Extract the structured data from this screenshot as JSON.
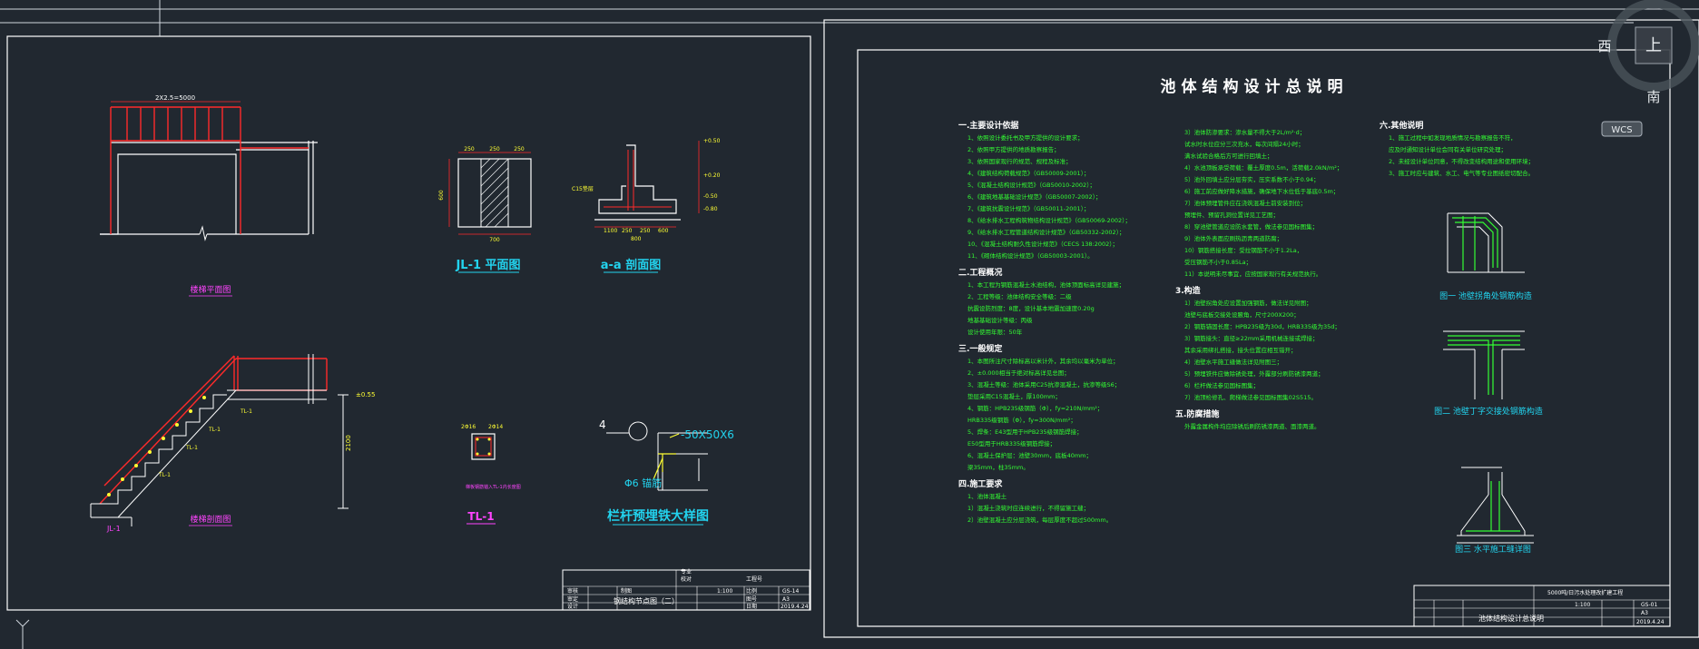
{
  "viewcube": {
    "west": "西",
    "south": "南",
    "top": "上",
    "wcs": "WCS"
  },
  "left_sheet": {
    "stair_plan": {
      "title": "楼梯平面图",
      "dim": "2X2.5=5000"
    },
    "stair_section": {
      "title": "楼梯剖面图",
      "label": "JL-1",
      "level": "±0.55",
      "tags": [
        "TL-1",
        "TL-1",
        "TL-1",
        "TL-1"
      ]
    },
    "jl1": {
      "title": "JL-1 平面图",
      "dims": [
        "250",
        "250",
        "250",
        "700",
        "600"
      ]
    },
    "aa": {
      "title": "a-a 剖面图",
      "levels": [
        "+0.50",
        "+0.20",
        "-0.50",
        "-0.80"
      ],
      "dims": [
        "1100",
        "250",
        "250",
        "600",
        "800"
      ],
      "note": "C15垫层"
    },
    "tl1": {
      "title": "TL-1",
      "dims": [
        "2Φ16",
        "2Φ14"
      ],
      "note": "梯板钢筋锚入TL-1内长度图"
    },
    "rail": {
      "title": "栏杆预埋铁大样图",
      "angle": "-50X50X6",
      "bar": "Φ6 锚筋",
      "num": "4"
    },
    "title_block": {
      "drawing_name": "钢结构节点图（二）",
      "scale": "1:100",
      "drawing_no": "GS-14",
      "size": "A3",
      "date": "2019.4.24",
      "labels": [
        "审核",
        "审定",
        "设计",
        "制图",
        "校对",
        "专业",
        "工程号",
        "比例",
        "图号",
        "日期"
      ]
    }
  },
  "right_sheet": {
    "title": "池体结构设计总说明",
    "col1": [
      {
        "h": "一.主要设计依据",
        "lines": [
          "1、依照设计委托书及甲方提供的设计要求；",
          "2、依照甲方提供的地质勘察报告；",
          "3、依照国家现行的规范、规程及标准；",
          "4、《建筑结构荷载规范》（GB50009-2001）；",
          "5、《混凝土结构设计规范》（GB50010-2002）；",
          "6、《建筑地基基础设计规范》（GB50007-2002）；",
          "7、《建筑抗震设计规范》（GB50011-2001）；",
          "8、《给水排水工程构筑物结构设计规范》（GB50069-2002）；",
          "9、《给水排水工程管道结构设计规范》（GB50332-2002）；",
          "10、《混凝土结构耐久性设计规范》（CECS 138:2002）；",
          "11、《砌体结构设计规范》（GB50003-2001）。"
        ]
      },
      {
        "h": "二.工程概况",
        "lines": [
          "1、本工程为钢筋混凝土水池结构，池体顶面标高详见建施；",
          "2、工程等级：池体结构安全等级：二级",
          "   抗震设防烈度：8度，设计基本地震加速度0.20g",
          "   地基基础设计等级：丙级",
          "   设计使用年限：50年"
        ]
      },
      {
        "h": "三.一般规定",
        "lines": [
          "1、本图所注尺寸除标高以米计外，其余均以毫米为单位；",
          "2、±0.000相当于绝对标高详见总图；",
          "3、混凝土等级：池体采用C25抗渗混凝土，抗渗等级S6；",
          "   垫层采用C15混凝土，厚100mm；",
          "4、钢筋：HPB235级钢筋（Φ），fy=210N/mm²；",
          "   HRB335级钢筋（Φ），fy=300N/mm²；",
          "5、焊条：E43型用于HPB235级钢筋焊接；",
          "   E50型用于HRB335级钢筋焊接；",
          "6、混凝土保护层：池壁30mm，底板40mm；",
          "   梁35mm，柱35mm。"
        ]
      },
      {
        "h": "四.施工要求",
        "lines": [
          "1、池体混凝土",
          "1）混凝土浇筑时应连续进行，不得留施工缝；",
          "2）池壁混凝土应分层浇筑，每层厚度不超过500mm。"
        ]
      }
    ],
    "col2": [
      {
        "h": "",
        "lines": [
          "3）池体防渗要求：渗水量不得大于2L/m²·d；",
          "   试水时水位应分三次充水，每次间隔24小时；",
          "   满水试验合格后方可进行回填土；",
          "4）水池顶板承受荷载：覆土厚度0.5m，活荷载2.0kN/m²；",
          "5）池外回填土应分层夯实，压实系数不小于0.94；",
          "6）施工前应做好降水措施，确保地下水位低于基底0.5m；",
          "7）池体预埋管件应在浇筑混凝土前安装到位；",
          "   预埋件、预留孔洞位置详见工艺图；",
          "8）穿池壁管道应设防水套管，做法参见国标图集；",
          "9）池体外表面应刷热沥青两道防腐；",
          "10）钢筋搭接长度：受拉钢筋不小于1.2La，",
          "   受压钢筋不小于0.85La；",
          "11）本说明未尽事宜，应按国家现行有关规范执行。"
        ]
      },
      {
        "h": "3.构造",
        "lines": [
          "1）池壁拐角处应设置加强钢筋，做法详见附图；",
          "   池壁与底板交接处设腋角，尺寸200X200；",
          "2）钢筋锚固长度：HPB235级为30d，HRB335级为35d；",
          "3）钢筋接头：直径≥22mm采用机械连接或焊接；",
          "   其余采用绑扎搭接，接头位置应相互错开；",
          "4）池壁水平施工缝做法详见附图三；",
          "5）预埋铁件应做除锈处理，外露部分刷防锈漆两道；",
          "6）栏杆做法参见国标图集；",
          "7）池顶检修孔、爬梯做法参见国标图集02S515。"
        ]
      },
      {
        "h": "五.防腐措施",
        "lines": [
          "外露金属构件均应除锈后刷防锈漆两道、面漆两道。"
        ]
      }
    ],
    "col3": [
      {
        "h": "六.其他说明",
        "lines": [
          "1、施工过程中如发现地质情况与勘察报告不符，",
          "   应及时通知设计单位会同有关单位研究处理；",
          "2、未经设计单位同意，不得改变结构用途和使用环境；",
          "3、施工时应与建筑、水工、电气等专业图纸密切配合。"
        ]
      }
    ],
    "fig1": "图一  池壁拐角处钢筋构造",
    "fig2": "图二  池壁丁字交接处钢筋构造",
    "fig3": "图三  水平施工缝详图",
    "title_block": {
      "project": "5000吨/日污水处理改扩建工程",
      "drawing_name": "池体结构设计总说明",
      "scale": "1:100",
      "drawing_no": "GS-01",
      "size": "A3",
      "date": "2019.4.24"
    }
  },
  "colors": {
    "background": "#212830",
    "red": "#ff2a2a",
    "white": "#ffffff",
    "cyan": "#22d3ee",
    "green": "#33ff33",
    "yellow": "#ffff33",
    "magenta": "#ff44ff"
  }
}
